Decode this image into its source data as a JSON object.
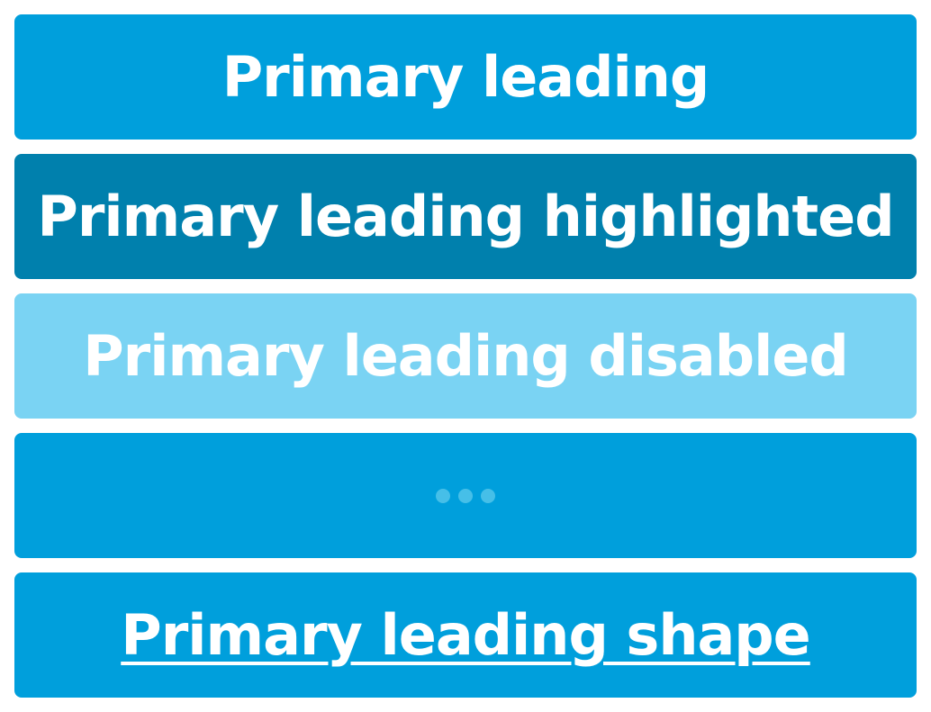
{
  "buttons": [
    {
      "label": "Primary leading",
      "state": "normal",
      "color": "#009fdc"
    },
    {
      "label": "Primary leading highlighted",
      "state": "highlighted",
      "color": "#0080ad"
    },
    {
      "label": "Primary leading disabled",
      "state": "disabled",
      "color": "#7ad3f3"
    },
    {
      "label": "",
      "state": "loading",
      "color": "#009fdc",
      "indicator_icon": "loading-dots-icon"
    },
    {
      "label": "Primary leading shape",
      "state": "shape",
      "color": "#009fdc",
      "underlined": true
    }
  ]
}
